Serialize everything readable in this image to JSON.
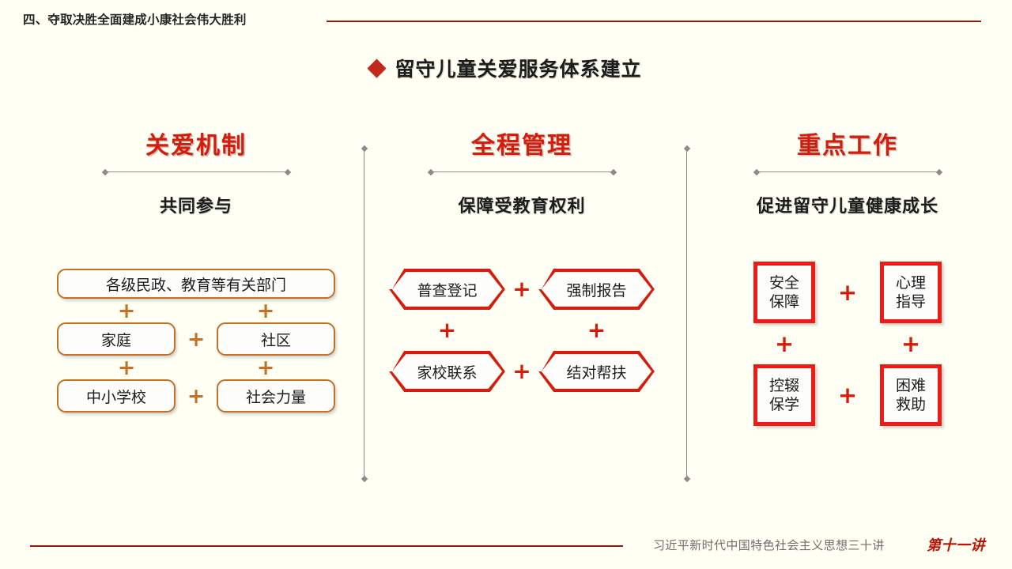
{
  "header": {
    "section_title": "四、夺取决胜全面建成小康社会伟大胜利"
  },
  "slide": {
    "bullet_icon": "diamond-bullet-icon",
    "title": "留守儿童关爱服务体系建立"
  },
  "columns": [
    {
      "heading": "关爱机制",
      "subheading": "共同参与",
      "accent_color": "#c1722a",
      "heading_color": "#d61c0c",
      "shape": "rounded-rect",
      "nodes": [
        {
          "label": "各级民政、教育等有关部门"
        },
        {
          "label": "家庭"
        },
        {
          "label": "社区"
        },
        {
          "label": "中小学校"
        },
        {
          "label": "社会力量"
        }
      ],
      "connector": "+"
    },
    {
      "heading": "全程管理",
      "subheading": "保障受教育权利",
      "accent_color": "#d61c0c",
      "heading_color": "#d61c0c",
      "shape": "hexagon",
      "nodes": [
        {
          "label": "普查登记"
        },
        {
          "label": "强制报告"
        },
        {
          "label": "家校联系"
        },
        {
          "label": "结对帮扶"
        }
      ],
      "connector": "+"
    },
    {
      "heading": "重点工作",
      "subheading": "促进留守儿童健康成长",
      "accent_color": "#ef1b16",
      "heading_color": "#d61c0c",
      "shape": "square",
      "nodes": [
        {
          "line1": "安全",
          "line2": "保障"
        },
        {
          "line1": "心理",
          "line2": "指导"
        },
        {
          "line1": "控辍",
          "line2": "保学"
        },
        {
          "line1": "困难",
          "line2": "救助"
        }
      ],
      "connector": "+"
    }
  ],
  "footer": {
    "series_title": "习近平新时代中国特色社会主义思想三十讲",
    "lecture_badge": "第十一讲"
  },
  "theme": {
    "background": "#fffff4",
    "rule_color": "#8b1b10",
    "divider_color": "#8c8c8c",
    "text_color": "#1c1c1c"
  }
}
